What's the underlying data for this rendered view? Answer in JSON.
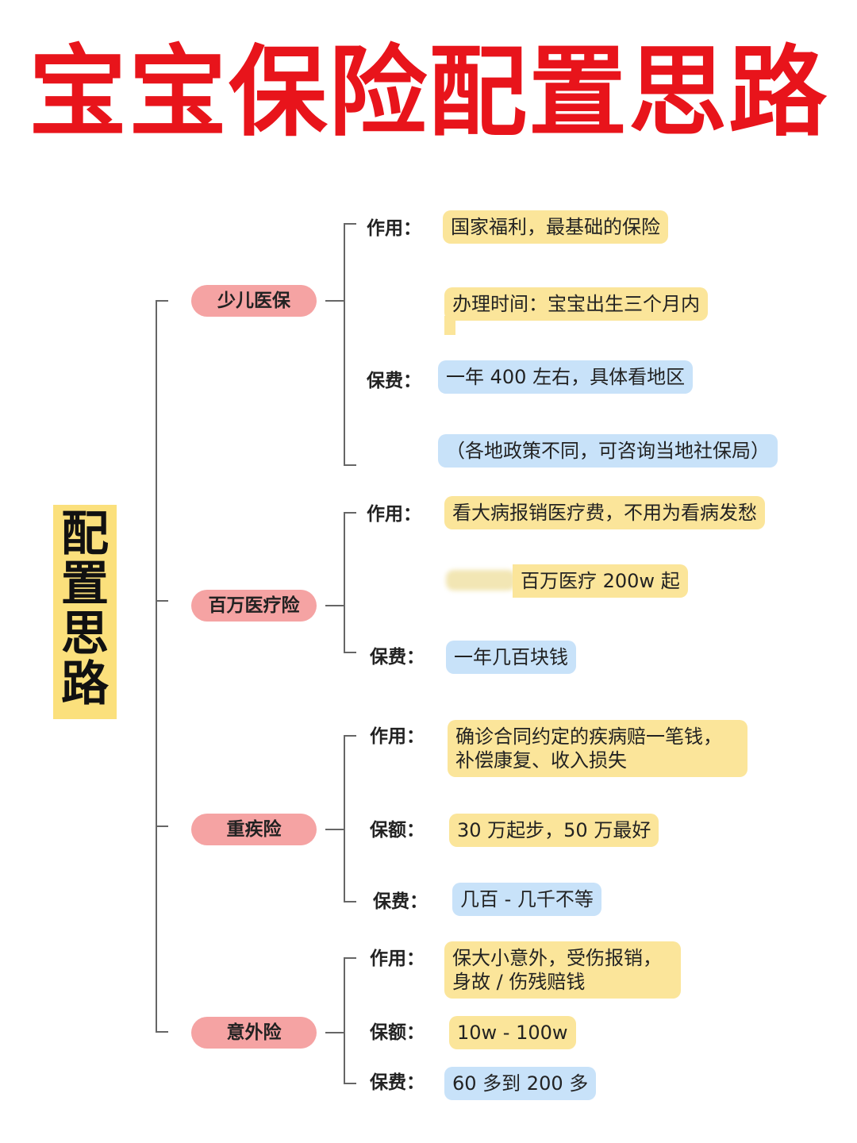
{
  "title": "宝宝保险配置思路",
  "root": "配置思路",
  "categories": [
    {
      "name": "少儿医保",
      "items": [
        {
          "label": "作用：",
          "text": "国家福利，最基础的保险",
          "color": "yellow"
        },
        {
          "label": "",
          "text": "办理时间：宝宝出生三个月内",
          "color": "yellow"
        },
        {
          "label": "保费：",
          "text": "一年 400 左右，具体看地区",
          "color": "blue"
        },
        {
          "label": "",
          "text": "（各地政策不同，可咨询当地社保局）",
          "color": "blue"
        }
      ]
    },
    {
      "name": "百万医疗险",
      "items": [
        {
          "label": "作用：",
          "text": "看大病报销医疗费，不用为看病发愁",
          "color": "yellow"
        },
        {
          "label": "",
          "text": "百万医疗 200w 起",
          "color": "yellow"
        },
        {
          "label": "保费：",
          "text": "一年几百块钱",
          "color": "blue"
        }
      ]
    },
    {
      "name": "重疾险",
      "items": [
        {
          "label": "作用：",
          "text": "确诊合同约定的疾病赔一笔钱，补偿康复、收入损失",
          "color": "yellow"
        },
        {
          "label": "保额：",
          "text": "30 万起步，50 万最好",
          "color": "yellow"
        },
        {
          "label": "保费：",
          "text": "几百 - 几千不等",
          "color": "blue"
        }
      ]
    },
    {
      "name": "意外险",
      "items": [
        {
          "label": "作用：",
          "text": "保大小意外，受伤报销，身故 / 伤残赔钱",
          "color": "yellow"
        },
        {
          "label": "保额：",
          "text": "10w - 100w",
          "color": "yellow"
        },
        {
          "label": "保费：",
          "text": "60 多到 200 多",
          "color": "blue"
        }
      ]
    }
  ],
  "colors": {
    "title": "#e8141b",
    "root_bg": "#fbe07c",
    "category_bg": "#f5a3a3",
    "yellow_pill": "#fbe59a",
    "blue_pill": "#c8e2f9",
    "line": "#666666"
  }
}
